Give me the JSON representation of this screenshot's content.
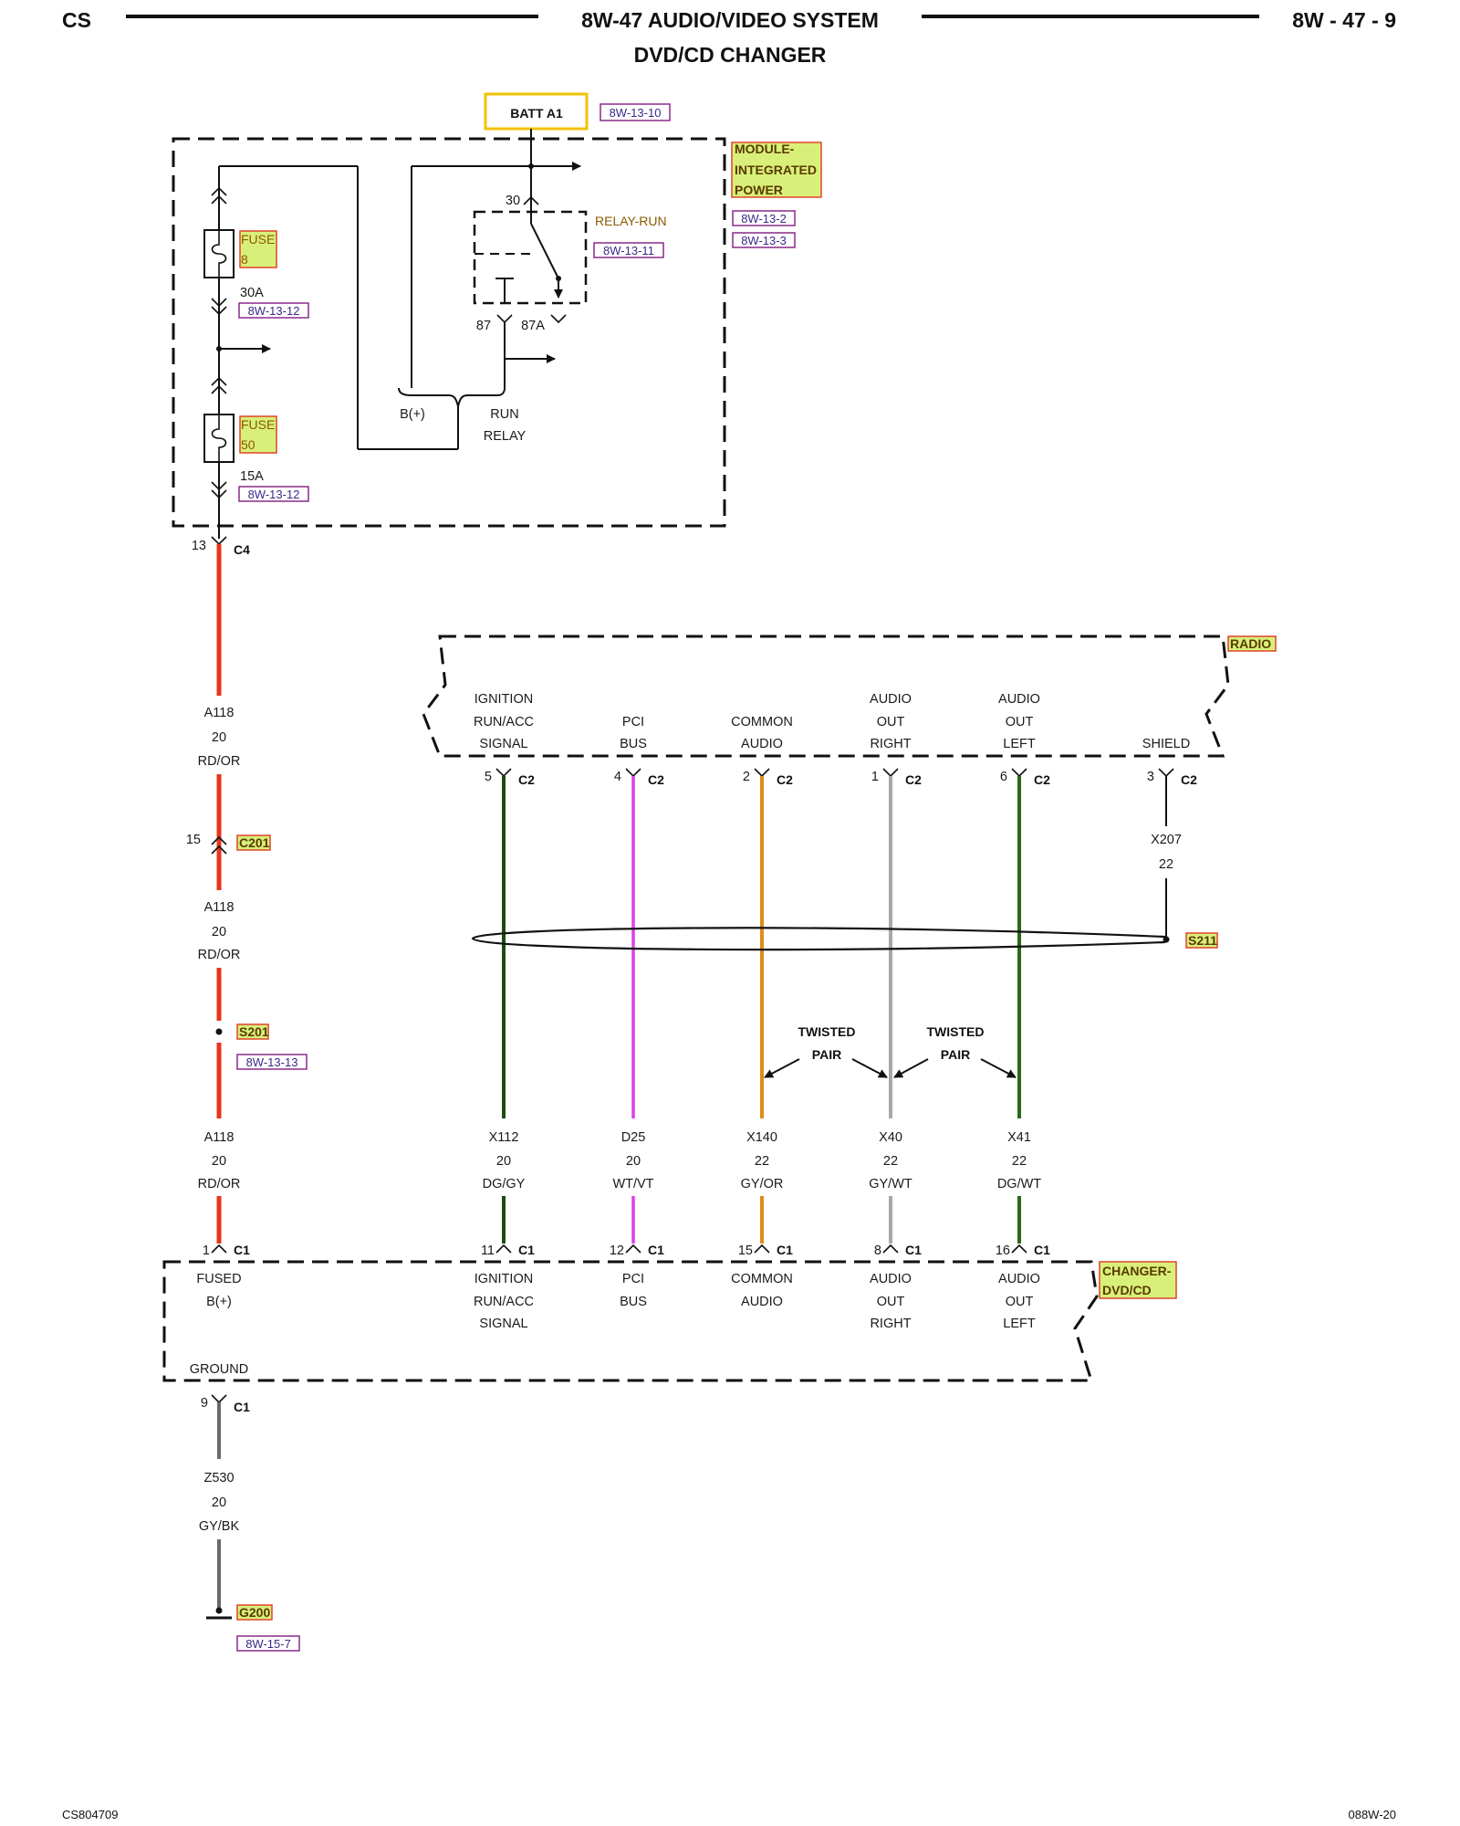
{
  "header": {
    "left": "CS",
    "title": "8W-47 AUDIO/VIDEO SYSTEM",
    "subtitle": "DVD/CD CHANGER",
    "right": "8W - 47 - 9"
  },
  "footer": {
    "left": "CS804709",
    "right": "088W-20"
  },
  "batt": {
    "label": "BATT A1",
    "ref": "8W-13-10"
  },
  "ipm": {
    "name_lines": [
      "MODULE-",
      "INTEGRATED",
      "POWER"
    ],
    "refs": [
      "8W-13-2",
      "8W-13-3"
    ],
    "relay_name": "RELAY-RUN",
    "relay_ref": "8W-13-11",
    "pin30": "30",
    "pin87": "87",
    "pin87a": "87A",
    "bplus": "B(+)",
    "run": "RUN",
    "relay": "RELAY",
    "fuse1": {
      "label": "FUSE",
      "num": "8",
      "amps": "30A",
      "ref": "8W-13-12"
    },
    "fuse2": {
      "label": "FUSE",
      "num": "50",
      "amps": "15A",
      "ref": "8W-13-12"
    },
    "out_pin": "13",
    "out_conn": "C4"
  },
  "feed": {
    "w1": [
      "A118",
      "20",
      "RD/OR"
    ],
    "c201_pin": "15",
    "c201": "C201",
    "w2": [
      "A118",
      "20",
      "RD/OR"
    ],
    "s201": "S201",
    "s201_ref": "8W-13-13",
    "w3": [
      "A118",
      "20",
      "RD/OR"
    ]
  },
  "radio": {
    "name": "RADIO",
    "labels": [
      [
        "IGNITION",
        "RUN/ACC",
        "SIGNAL"
      ],
      [
        "PCI",
        "BUS"
      ],
      [
        "COMMON",
        "AUDIO"
      ],
      [
        "AUDIO",
        "OUT",
        "RIGHT"
      ],
      [
        "AUDIO",
        "OUT",
        "LEFT"
      ],
      [
        "SHIELD"
      ]
    ],
    "pins": [
      "5",
      "4",
      "2",
      "1",
      "6",
      "3"
    ],
    "conn": "C2",
    "shield_wire": [
      "X207",
      "22"
    ],
    "splice": "S211"
  },
  "twisted": [
    "TWISTED",
    "PAIR"
  ],
  "wires": [
    [
      "X112",
      "20",
      "DG/GY"
    ],
    [
      "D25",
      "20",
      "WT/VT"
    ],
    [
      "X140",
      "22",
      "GY/OR"
    ],
    [
      "X40",
      "22",
      "GY/WT"
    ],
    [
      "X41",
      "22",
      "DG/WT"
    ]
  ],
  "changer": {
    "name_lines": [
      "CHANGER-",
      "DVD/CD"
    ],
    "conn": "C1",
    "pins": [
      "1",
      "11",
      "12",
      "15",
      "8",
      "16"
    ],
    "labels": [
      [
        "FUSED",
        "B(+)"
      ],
      [
        "IGNITION",
        "RUN/ACC",
        "SIGNAL"
      ],
      [
        "PCI",
        "BUS"
      ],
      [
        "COMMON",
        "AUDIO"
      ],
      [
        "AUDIO",
        "OUT",
        "RIGHT"
      ],
      [
        "AUDIO",
        "OUT",
        "LEFT"
      ]
    ],
    "ground": "GROUND",
    "ground_pin": "9"
  },
  "ground": {
    "wire": [
      "Z530",
      "20",
      "GY/BK"
    ],
    "name": "G200",
    "ref": "8W-15-7"
  },
  "colors": {
    "red": "#e8341c",
    "dkgreen": "#1f4a12",
    "violet": "#e040e8",
    "orange": "#e08c1a",
    "gray": "#a8a8a8",
    "green": "#2a6a18",
    "ground_wire": "#6a6a6a",
    "highlight": "#d8f07a",
    "highlight_border": "#e0442a"
  }
}
